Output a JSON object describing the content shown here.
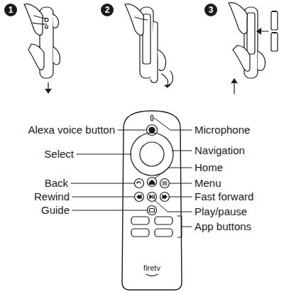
{
  "diagram": {
    "nodes": [
      {
        "text": [
          "1"
        ]
      },
      {
        "text": [
          "2"
        ]
      },
      {
        "text": [
          "3"
        ]
      }
    ],
    "labels": [
      "Alexa voice button",
      "Microphone",
      "Select",
      "Navigation",
      "Back",
      "Home",
      "Menu",
      "Rewind",
      "Fast forward",
      "Play/pause",
      "Guide",
      "App buttons",
      "firetv"
    ]
  }
}
